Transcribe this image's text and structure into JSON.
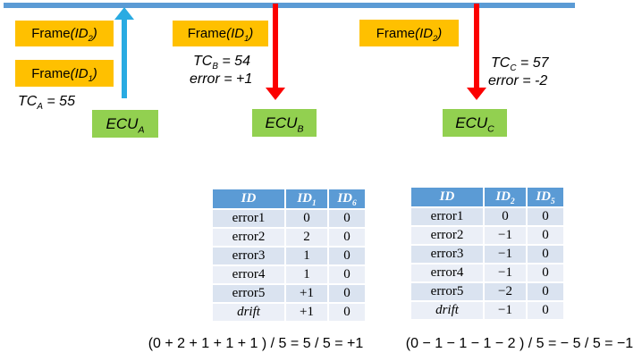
{
  "colors": {
    "bus_line": "#5B9BD5",
    "transmit_arrow_blue": "#29ABE2",
    "receive_arrow_red": "#FB0000",
    "frame_box_orange": "#FFC000",
    "ecu_box_green": "#92D050",
    "table_header_blue": "#5B9BD5",
    "table_row_odd": "#DAE3F0",
    "table_row_even": "#EBEFF7"
  },
  "frames": [
    {
      "name": "Frame",
      "open": "(ID",
      "sub": "2",
      "close": ")"
    },
    {
      "name": "Frame",
      "open": "(ID",
      "sub": "1",
      "close": ")"
    },
    {
      "name": "Frame",
      "open": "(ID",
      "sub": "1",
      "close": ")"
    },
    {
      "name": "Frame",
      "open": "(ID",
      "sub": "2",
      "close": ")"
    }
  ],
  "ecus": [
    {
      "name": "ECU",
      "sub": "A"
    },
    {
      "name": "ECU",
      "sub": "B"
    },
    {
      "name": "ECU",
      "sub": "C"
    }
  ],
  "labels": {
    "tc_a": {
      "pre": "TC",
      "sub": "A",
      "post": " = 55"
    },
    "tc_b": {
      "pre": "TC",
      "sub": "B",
      "post": " = 54"
    },
    "error_b": "error = +1",
    "tc_c": {
      "pre": "TC",
      "sub": "C",
      "post": " = 57"
    },
    "error_c": "error = -2"
  },
  "tables": [
    {
      "headers": [
        {
          "t": "ID",
          "s": ""
        },
        {
          "t": "ID",
          "s": "1"
        },
        {
          "t": "ID",
          "s": "6"
        }
      ],
      "rows": [
        {
          "label": "error1",
          "v1": "0",
          "v2": "0"
        },
        {
          "label": "error2",
          "v1": "2",
          "v2": "0"
        },
        {
          "label": "error3",
          "v1": "1",
          "v2": "0"
        },
        {
          "label": "error4",
          "v1": "1",
          "v2": "0"
        },
        {
          "label": "error5",
          "v1": "+1",
          "v2": "0"
        },
        {
          "label": "drift",
          "v1": "+1",
          "v2": "0"
        }
      ]
    },
    {
      "headers": [
        {
          "t": "ID",
          "s": ""
        },
        {
          "t": "ID",
          "s": "2"
        },
        {
          "t": "ID",
          "s": "5"
        }
      ],
      "rows": [
        {
          "label": "error1",
          "v1": "0",
          "v2": "0"
        },
        {
          "label": "error2",
          "v1": "−1",
          "v2": "0"
        },
        {
          "label": "error3",
          "v1": "−1",
          "v2": "0"
        },
        {
          "label": "error4",
          "v1": "−1",
          "v2": "0"
        },
        {
          "label": "error5",
          "v1": "−2",
          "v2": "0"
        },
        {
          "label": "drift",
          "v1": "−1",
          "v2": "0"
        }
      ]
    }
  ],
  "formulas": [
    "(0 + 2 + 1 + 1 + 1 ) / 5 = 5 / 5 = +1",
    "(0 − 1 − 1 − 1 − 2 ) / 5 = − 5 / 5 = −1"
  ]
}
